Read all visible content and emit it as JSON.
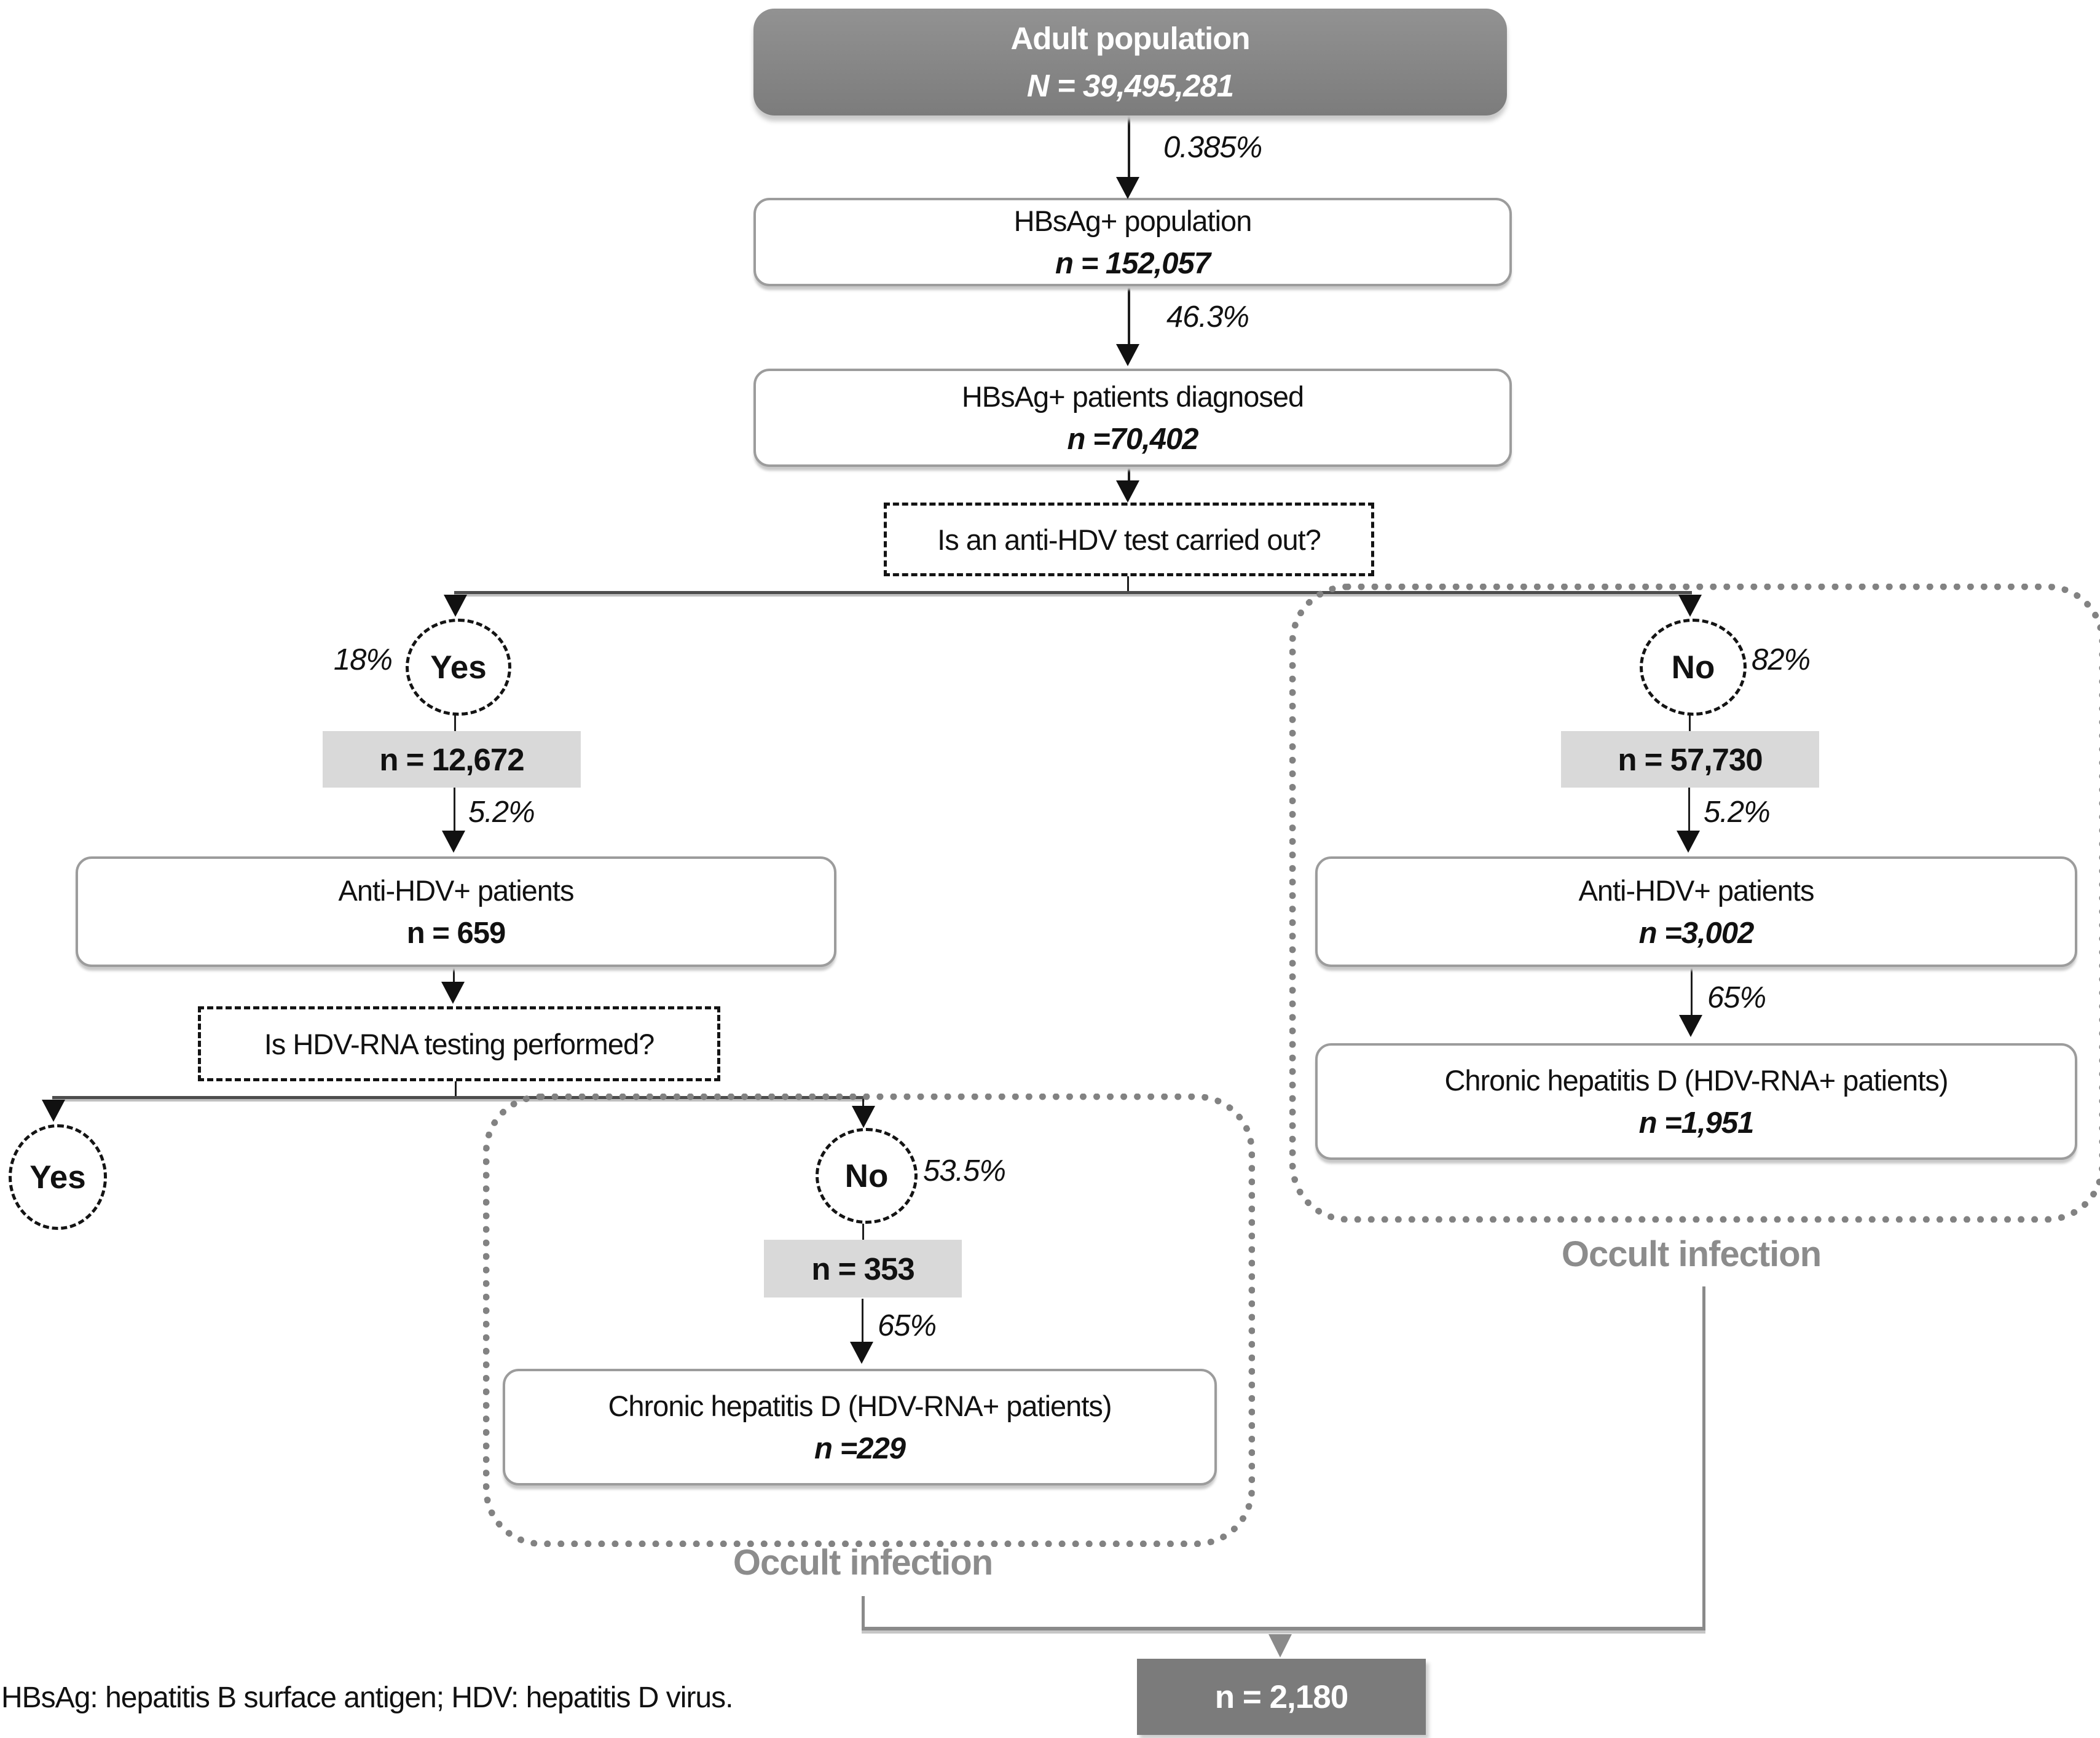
{
  "diagram_type": "flowchart",
  "footnote": "HBsAg: hepatitis B surface antigen; HDV: hepatitis D virus.",
  "colors": {
    "dark_node_bg": "#878787",
    "white_node_border": "#9c9c9c",
    "highlight_bg": "#d9d9d9",
    "occult_border": "#828282",
    "occult_label": "#8c8c8c",
    "total_bg": "#7b7b7b",
    "branch_line": "#4d4d4d"
  },
  "nodes": {
    "adult": {
      "line1": "Adult population",
      "line2": "N = 39,495,281"
    },
    "hbsag_population": {
      "line1": "HBsAg+ population",
      "line2": "n = 152,057"
    },
    "hbsag_diagnosed": {
      "line1": "HBsAg+ patients diagnosed",
      "line2": "n =70,402"
    },
    "question_antihdv": "Is an anti-HDV test carried out?",
    "question_rna": "Is HDV-RNA testing performed?",
    "antihdv_left": {
      "line1": "Anti-HDV+ patients",
      "line2": "n = 659"
    },
    "antihdv_right": {
      "line1": "Anti-HDV+ patients",
      "line2": "n =3,002"
    },
    "chronic_left": {
      "line1": "Chronic hepatitis D (HDV-RNA+ patients)",
      "line2": "n =229"
    },
    "chronic_right": {
      "line1": "Chronic hepatitis D (HDV-RNA+ patients)",
      "line2": "n =1,951"
    },
    "total": "n = 2,180"
  },
  "branches": {
    "test_yes": {
      "label": "Yes",
      "pct": "18%",
      "n": "n = 12,672"
    },
    "test_no": {
      "label": "No",
      "pct": "82%",
      "n": "n = 57,730"
    },
    "rna_yes": {
      "label": "Yes"
    },
    "rna_no": {
      "label": "No",
      "pct": "53.5%",
      "n": "n = 353"
    }
  },
  "rates": {
    "prevalence": "0.385%",
    "diagnosed": "46.3%",
    "antihdv_left": "5.2%",
    "antihdv_right": "5.2%",
    "chronic_left": "65%",
    "chronic_right": "65%"
  },
  "labels": {
    "occult_left": "Occult infection",
    "occult_right": "Occult infection"
  }
}
